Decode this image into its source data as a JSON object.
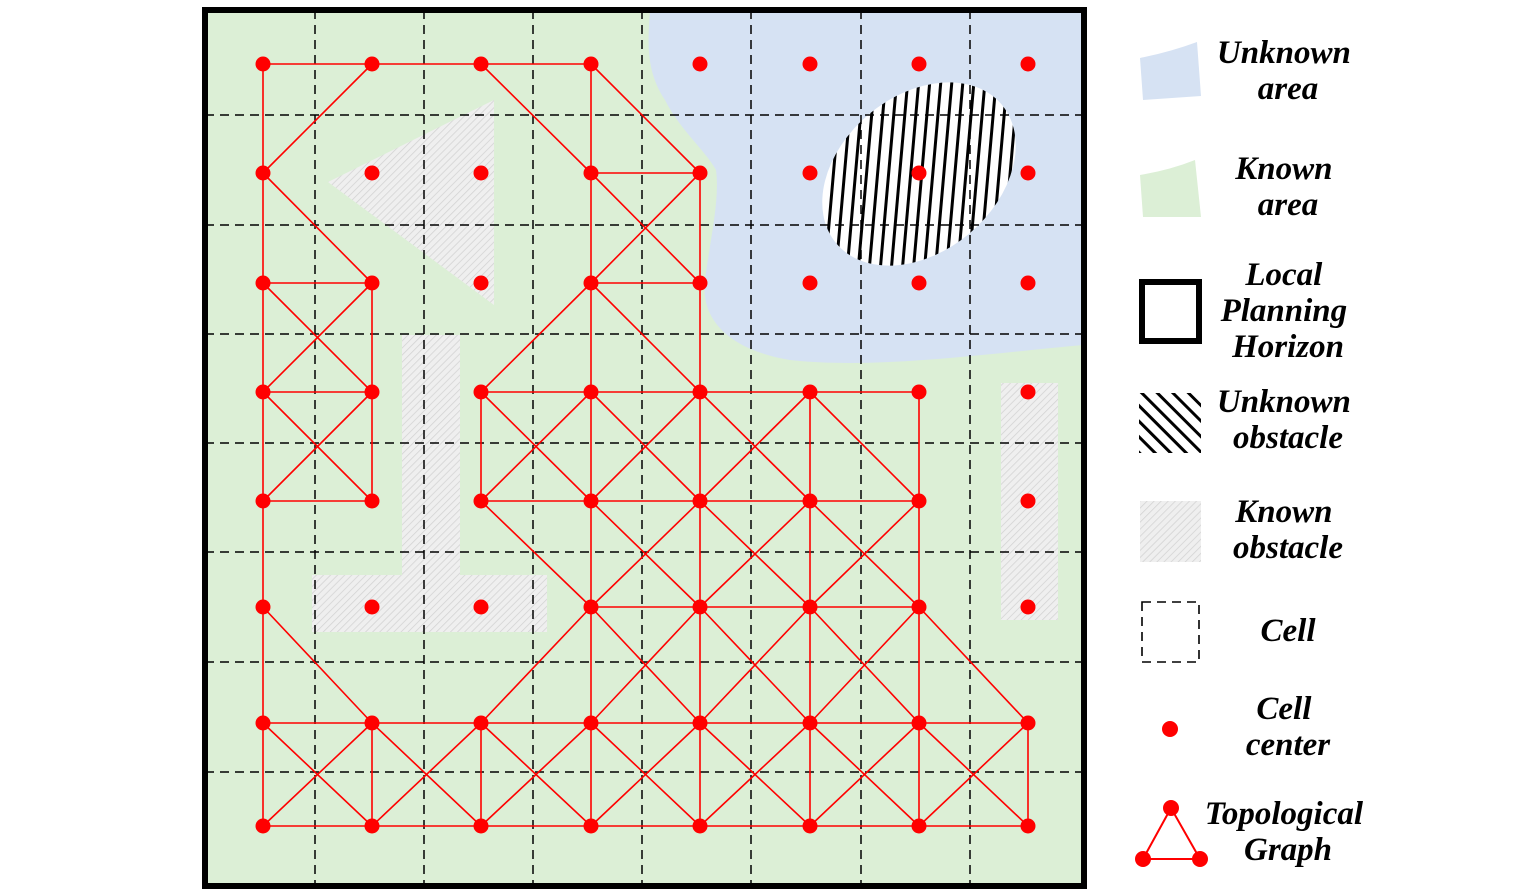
{
  "diagram": {
    "colors": {
      "known_area": "#dcefd6",
      "unknown_area": "#d6e2f3",
      "known_obstacle": "#ececec",
      "unknown_obstacle": "#000000",
      "graph": "#ff0000",
      "cell_center": "#ff0000",
      "cell_line": "#000000",
      "horizon_border": "#000000"
    },
    "grid": {
      "columns": 8,
      "rows": 8
    },
    "cell_centers": [
      [
        0,
        0
      ],
      [
        1,
        0
      ],
      [
        2,
        0
      ],
      [
        3,
        0
      ],
      [
        4,
        0
      ],
      [
        5,
        0
      ],
      [
        6,
        0
      ],
      [
        7,
        0
      ],
      [
        0,
        1
      ],
      [
        1,
        1
      ],
      [
        2,
        1
      ],
      [
        3,
        1
      ],
      [
        4,
        1
      ],
      [
        5,
        1
      ],
      [
        6,
        1
      ],
      [
        7,
        1
      ],
      [
        0,
        2
      ],
      [
        1,
        2
      ],
      [
        2,
        2
      ],
      [
        3,
        2
      ],
      [
        4,
        2
      ],
      [
        5,
        2
      ],
      [
        6,
        2
      ],
      [
        7,
        2
      ],
      [
        0,
        3
      ],
      [
        1,
        3
      ],
      [
        2,
        3
      ],
      [
        3,
        3
      ],
      [
        4,
        3
      ],
      [
        5,
        3
      ],
      [
        6,
        3
      ],
      [
        7,
        3
      ],
      [
        0,
        4
      ],
      [
        1,
        4
      ],
      [
        2,
        4
      ],
      [
        3,
        4
      ],
      [
        4,
        4
      ],
      [
        5,
        4
      ],
      [
        6,
        4
      ],
      [
        7,
        4
      ],
      [
        0,
        5
      ],
      [
        1,
        5
      ],
      [
        2,
        5
      ],
      [
        3,
        5
      ],
      [
        4,
        5
      ],
      [
        5,
        5
      ],
      [
        6,
        5
      ],
      [
        7,
        5
      ],
      [
        0,
        6
      ],
      [
        1,
        6
      ],
      [
        2,
        6
      ],
      [
        3,
        6
      ],
      [
        4,
        6
      ],
      [
        5,
        6
      ],
      [
        6,
        6
      ],
      [
        7,
        6
      ],
      [
        0,
        7
      ],
      [
        1,
        7
      ],
      [
        2,
        7
      ],
      [
        3,
        7
      ],
      [
        4,
        7
      ],
      [
        5,
        7
      ],
      [
        6,
        7
      ],
      [
        7,
        7
      ]
    ],
    "graph_edges": [
      [
        [
          0,
          0
        ],
        [
          1,
          0
        ]
      ],
      [
        [
          1,
          0
        ],
        [
          2,
          0
        ]
      ],
      [
        [
          2,
          0
        ],
        [
          3,
          0
        ]
      ],
      [
        [
          0,
          0
        ],
        [
          0,
          1
        ]
      ],
      [
        [
          0,
          1
        ],
        [
          0,
          2
        ]
      ],
      [
        [
          0,
          2
        ],
        [
          0,
          3
        ]
      ],
      [
        [
          0,
          3
        ],
        [
          0,
          4
        ]
      ],
      [
        [
          0,
          4
        ],
        [
          0,
          5
        ]
      ],
      [
        [
          0,
          5
        ],
        [
          0,
          6
        ]
      ],
      [
        [
          0,
          6
        ],
        [
          0,
          7
        ]
      ],
      [
        [
          1,
          0
        ],
        [
          0,
          1
        ]
      ],
      [
        [
          0,
          1
        ],
        [
          1,
          2
        ]
      ],
      [
        [
          2,
          0
        ],
        [
          3,
          1
        ]
      ],
      [
        [
          3,
          0
        ],
        [
          4,
          1
        ]
      ],
      [
        [
          3,
          0
        ],
        [
          3,
          1
        ]
      ],
      [
        [
          3,
          1
        ],
        [
          4,
          1
        ]
      ],
      [
        [
          4,
          1
        ],
        [
          4,
          2
        ]
      ],
      [
        [
          3,
          1
        ],
        [
          3,
          2
        ]
      ],
      [
        [
          3,
          2
        ],
        [
          4,
          2
        ]
      ],
      [
        [
          3,
          1
        ],
        [
          4,
          2
        ]
      ],
      [
        [
          4,
          1
        ],
        [
          3,
          2
        ]
      ],
      [
        [
          0,
          2
        ],
        [
          1,
          2
        ]
      ],
      [
        [
          1,
          2
        ],
        [
          1,
          3
        ]
      ],
      [
        [
          1,
          3
        ],
        [
          1,
          4
        ]
      ],
      [
        [
          0,
          2
        ],
        [
          1,
          3
        ]
      ],
      [
        [
          1,
          2
        ],
        [
          0,
          3
        ]
      ],
      [
        [
          0,
          3
        ],
        [
          1,
          3
        ]
      ],
      [
        [
          0,
          3
        ],
        [
          1,
          4
        ]
      ],
      [
        [
          1,
          3
        ],
        [
          0,
          4
        ]
      ],
      [
        [
          0,
          4
        ],
        [
          1,
          4
        ]
      ],
      [
        [
          3,
          2
        ],
        [
          3,
          3
        ]
      ],
      [
        [
          4,
          2
        ],
        [
          4,
          3
        ]
      ],
      [
        [
          3,
          2
        ],
        [
          4,
          3
        ]
      ],
      [
        [
          3,
          2
        ],
        [
          2,
          3
        ]
      ],
      [
        [
          2,
          3
        ],
        [
          3,
          3
        ]
      ],
      [
        [
          3,
          3
        ],
        [
          4,
          3
        ]
      ],
      [
        [
          4,
          3
        ],
        [
          5,
          3
        ]
      ],
      [
        [
          5,
          3
        ],
        [
          6,
          3
        ]
      ],
      [
        [
          2,
          3
        ],
        [
          2,
          4
        ]
      ],
      [
        [
          3,
          3
        ],
        [
          3,
          4
        ]
      ],
      [
        [
          4,
          3
        ],
        [
          4,
          4
        ]
      ],
      [
        [
          5,
          3
        ],
        [
          5,
          4
        ]
      ],
      [
        [
          6,
          3
        ],
        [
          6,
          4
        ]
      ],
      [
        [
          2,
          3
        ],
        [
          3,
          4
        ]
      ],
      [
        [
          3,
          3
        ],
        [
          2,
          4
        ]
      ],
      [
        [
          3,
          3
        ],
        [
          4,
          4
        ]
      ],
      [
        [
          4,
          3
        ],
        [
          3,
          4
        ]
      ],
      [
        [
          4,
          3
        ],
        [
          5,
          4
        ]
      ],
      [
        [
          5,
          3
        ],
        [
          4,
          4
        ]
      ],
      [
        [
          5,
          3
        ],
        [
          6,
          4
        ]
      ],
      [
        [
          2,
          4
        ],
        [
          3,
          4
        ]
      ],
      [
        [
          3,
          4
        ],
        [
          4,
          4
        ]
      ],
      [
        [
          4,
          4
        ],
        [
          5,
          4
        ]
      ],
      [
        [
          5,
          4
        ],
        [
          6,
          4
        ]
      ],
      [
        [
          2,
          4
        ],
        [
          3,
          5
        ]
      ],
      [
        [
          3,
          4
        ],
        [
          3,
          5
        ]
      ],
      [
        [
          3,
          4
        ],
        [
          4,
          5
        ]
      ],
      [
        [
          4,
          4
        ],
        [
          3,
          5
        ]
      ],
      [
        [
          4,
          4
        ],
        [
          4,
          5
        ]
      ],
      [
        [
          4,
          4
        ],
        [
          5,
          5
        ]
      ],
      [
        [
          5,
          4
        ],
        [
          4,
          5
        ]
      ],
      [
        [
          5,
          4
        ],
        [
          5,
          5
        ]
      ],
      [
        [
          5,
          4
        ],
        [
          6,
          5
        ]
      ],
      [
        [
          6,
          4
        ],
        [
          5,
          5
        ]
      ],
      [
        [
          6,
          4
        ],
        [
          6,
          5
        ]
      ],
      [
        [
          3,
          5
        ],
        [
          4,
          5
        ]
      ],
      [
        [
          4,
          5
        ],
        [
          5,
          5
        ]
      ],
      [
        [
          5,
          5
        ],
        [
          6,
          5
        ]
      ],
      [
        [
          3,
          5
        ],
        [
          3,
          6
        ]
      ],
      [
        [
          4,
          5
        ],
        [
          4,
          6
        ]
      ],
      [
        [
          5,
          5
        ],
        [
          5,
          6
        ]
      ],
      [
        [
          6,
          5
        ],
        [
          6,
          6
        ]
      ],
      [
        [
          3,
          5
        ],
        [
          2,
          6
        ]
      ],
      [
        [
          3,
          5
        ],
        [
          4,
          6
        ]
      ],
      [
        [
          4,
          5
        ],
        [
          3,
          6
        ]
      ],
      [
        [
          4,
          5
        ],
        [
          5,
          6
        ]
      ],
      [
        [
          5,
          5
        ],
        [
          4,
          6
        ]
      ],
      [
        [
          5,
          5
        ],
        [
          6,
          6
        ]
      ],
      [
        [
          6,
          5
        ],
        [
          5,
          6
        ]
      ],
      [
        [
          6,
          5
        ],
        [
          7,
          6
        ]
      ],
      [
        [
          0,
          5
        ],
        [
          1,
          6
        ]
      ],
      [
        [
          0,
          6
        ],
        [
          1,
          6
        ]
      ],
      [
        [
          1,
          6
        ],
        [
          2,
          6
        ]
      ],
      [
        [
          2,
          6
        ],
        [
          3,
          6
        ]
      ],
      [
        [
          3,
          6
        ],
        [
          4,
          6
        ]
      ],
      [
        [
          4,
          6
        ],
        [
          5,
          6
        ]
      ],
      [
        [
          5,
          6
        ],
        [
          6,
          6
        ]
      ],
      [
        [
          6,
          6
        ],
        [
          7,
          6
        ]
      ],
      [
        [
          0,
          7
        ],
        [
          1,
          7
        ]
      ],
      [
        [
          1,
          7
        ],
        [
          2,
          7
        ]
      ],
      [
        [
          2,
          7
        ],
        [
          3,
          7
        ]
      ],
      [
        [
          3,
          7
        ],
        [
          4,
          7
        ]
      ],
      [
        [
          4,
          7
        ],
        [
          5,
          7
        ]
      ],
      [
        [
          5,
          7
        ],
        [
          6,
          7
        ]
      ],
      [
        [
          6,
          7
        ],
        [
          7,
          7
        ]
      ],
      [
        [
          1,
          6
        ],
        [
          1,
          7
        ]
      ],
      [
        [
          2,
          6
        ],
        [
          2,
          7
        ]
      ],
      [
        [
          3,
          6
        ],
        [
          3,
          7
        ]
      ],
      [
        [
          4,
          6
        ],
        [
          4,
          7
        ]
      ],
      [
        [
          5,
          6
        ],
        [
          5,
          7
        ]
      ],
      [
        [
          6,
          6
        ],
        [
          6,
          7
        ]
      ],
      [
        [
          7,
          6
        ],
        [
          7,
          7
        ]
      ],
      [
        [
          0,
          6
        ],
        [
          1,
          7
        ]
      ],
      [
        [
          1,
          6
        ],
        [
          0,
          7
        ]
      ],
      [
        [
          1,
          6
        ],
        [
          2,
          7
        ]
      ],
      [
        [
          2,
          6
        ],
        [
          1,
          7
        ]
      ],
      [
        [
          2,
          6
        ],
        [
          3,
          7
        ]
      ],
      [
        [
          3,
          6
        ],
        [
          2,
          7
        ]
      ],
      [
        [
          3,
          6
        ],
        [
          4,
          7
        ]
      ],
      [
        [
          4,
          6
        ],
        [
          3,
          7
        ]
      ],
      [
        [
          4,
          6
        ],
        [
          5,
          7
        ]
      ],
      [
        [
          5,
          6
        ],
        [
          4,
          7
        ]
      ],
      [
        [
          5,
          6
        ],
        [
          6,
          7
        ]
      ],
      [
        [
          6,
          6
        ],
        [
          5,
          7
        ]
      ],
      [
        [
          6,
          6
        ],
        [
          7,
          7
        ]
      ],
      [
        [
          7,
          6
        ],
        [
          6,
          7
        ]
      ]
    ]
  },
  "legend": [
    {
      "id": "unknown-area",
      "lines": [
        "Unknown",
        "area"
      ]
    },
    {
      "id": "known-area",
      "lines": [
        "Known",
        "area"
      ]
    },
    {
      "id": "local-planning-horizon",
      "lines": [
        "Local",
        "Planning",
        "Horizon"
      ]
    },
    {
      "id": "unknown-obstacle",
      "lines": [
        "Unknown",
        "obstacle"
      ]
    },
    {
      "id": "known-obstacle",
      "lines": [
        "Known",
        "obstacle"
      ]
    },
    {
      "id": "cell",
      "lines": [
        "Cell"
      ]
    },
    {
      "id": "cell-center",
      "lines": [
        "Cell",
        "center"
      ]
    },
    {
      "id": "topological-graph",
      "lines": [
        "Topological",
        "Graph"
      ]
    }
  ]
}
